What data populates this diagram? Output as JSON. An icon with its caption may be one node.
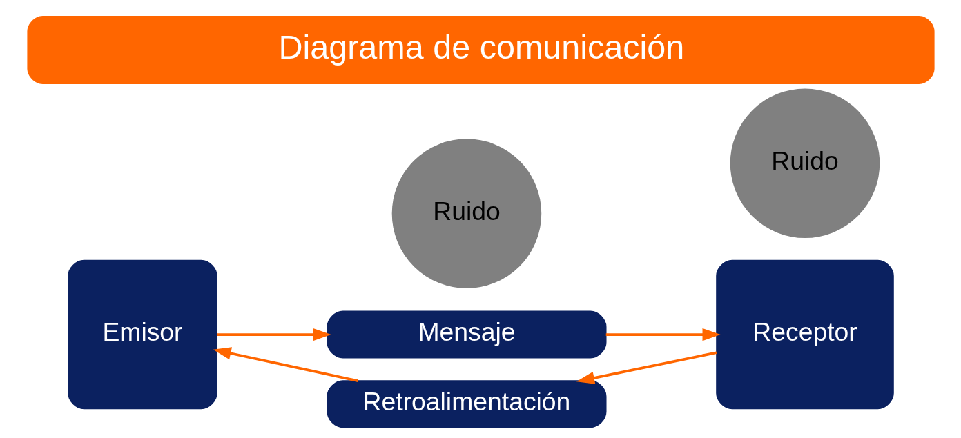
{
  "diagram": {
    "title": "Diagrama de comunicación",
    "nodes": [
      {
        "text": [
          "Emisor"
        ]
      },
      {
        "text": [
          "Ruido"
        ]
      },
      {
        "text": [
          "Mensaje"
        ]
      },
      {
        "text": [
          "Retroalimentación"
        ]
      },
      {
        "text": [
          "Receptor"
        ]
      },
      {
        "text": [
          "Ruido"
        ]
      }
    ],
    "edges": [
      {
        "from": 0,
        "to": 2,
        "arrow": "to"
      },
      {
        "from": 2,
        "to": 4,
        "arrow": "to"
      },
      {
        "from": 4,
        "to": 3,
        "arrow": "to"
      },
      {
        "from": 3,
        "to": 0,
        "arrow": "to"
      }
    ]
  }
}
